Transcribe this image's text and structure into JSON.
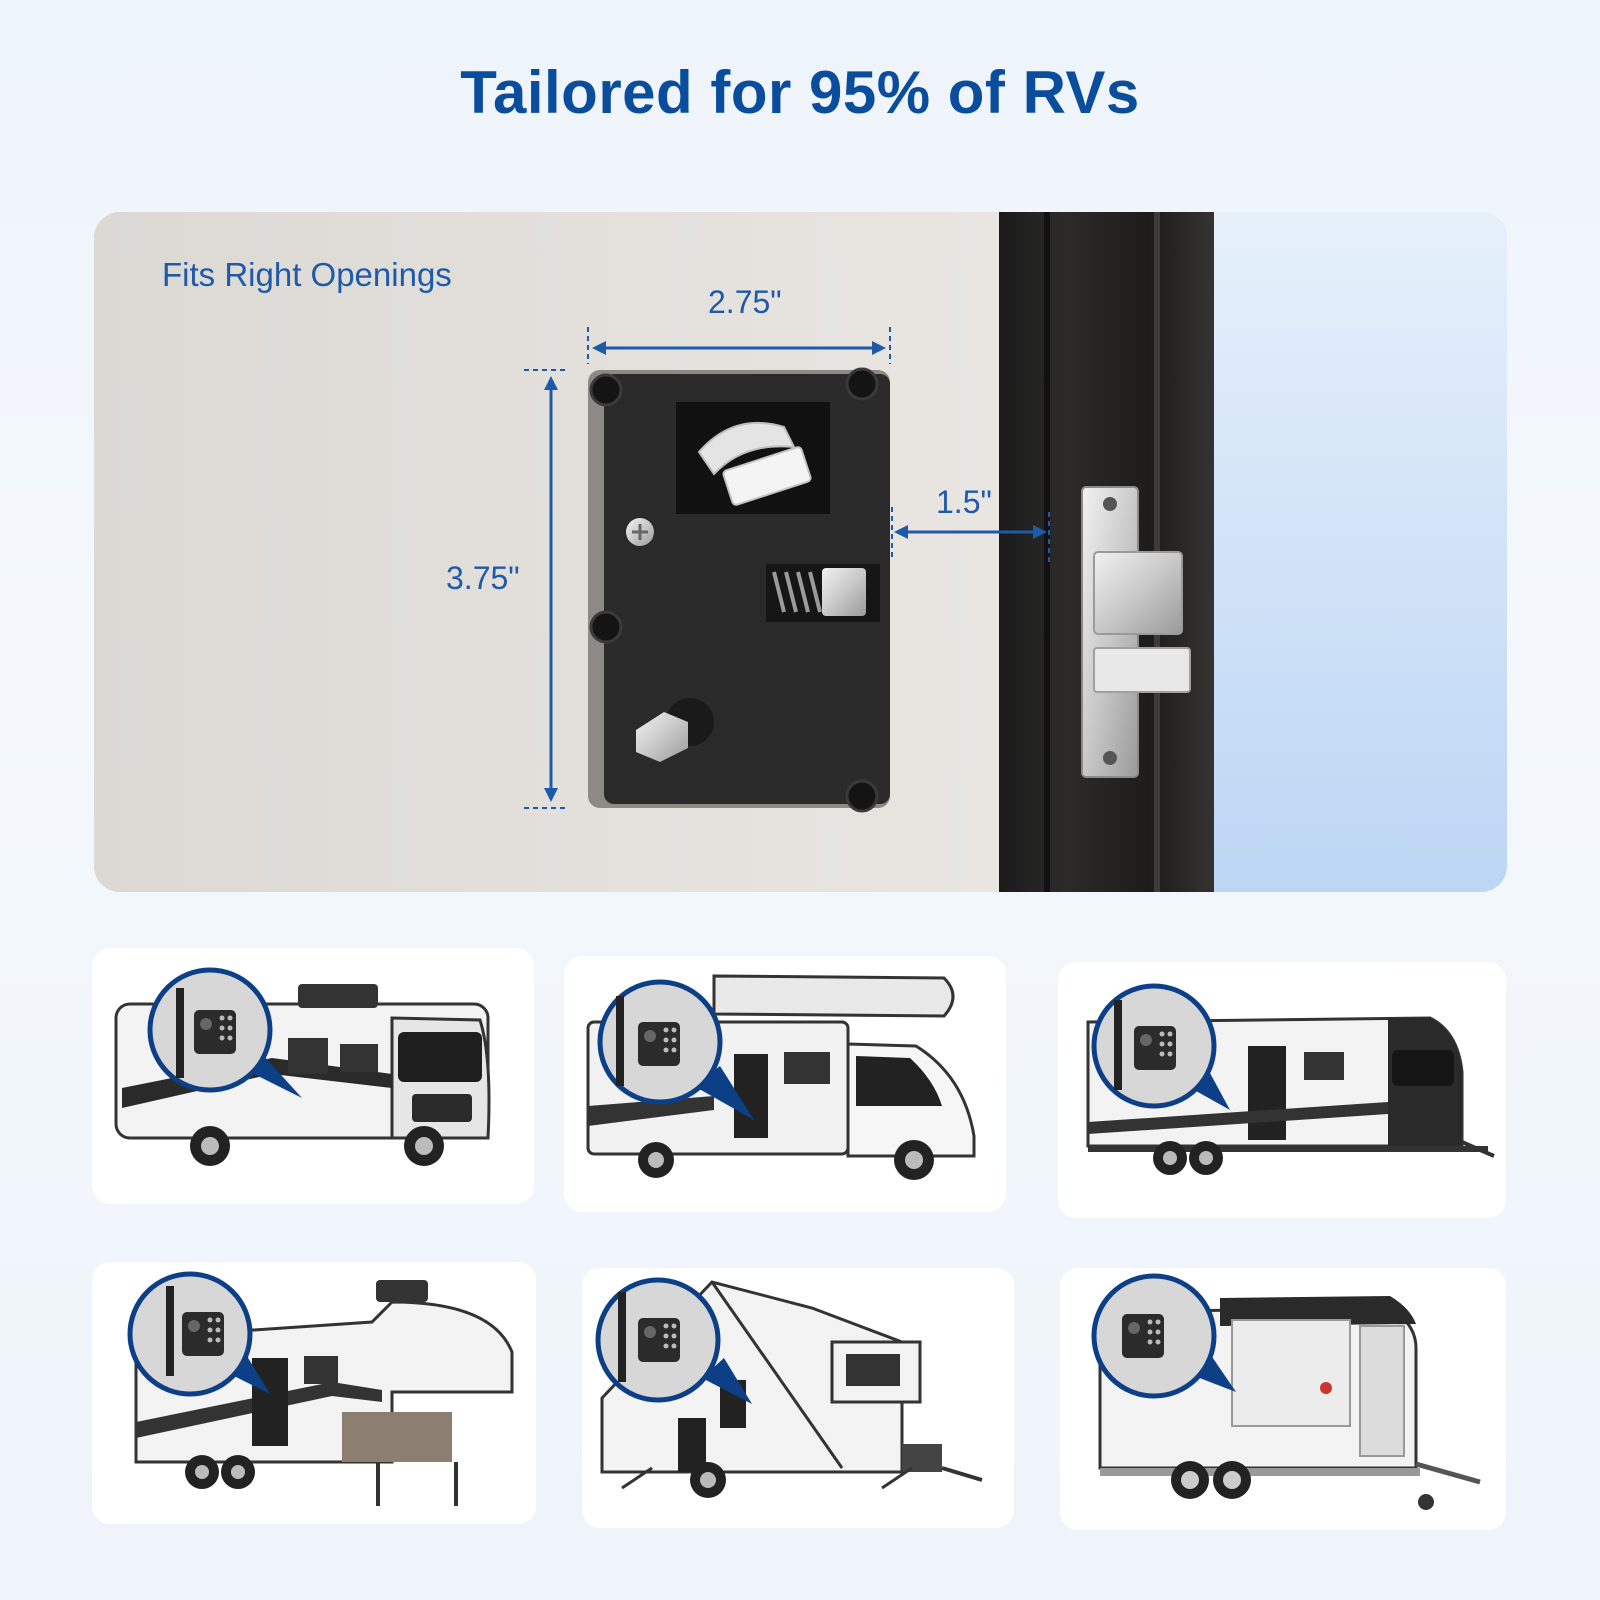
{
  "header": {
    "title": "Tailored for 95% of RVs"
  },
  "hero": {
    "subtitle": "Fits Right Openings",
    "width_label": "2.75\"",
    "height_label": "3.75\"",
    "gap_label": "1.5\""
  },
  "vehicles": [
    {
      "icon": "class-a-motorhome-icon"
    },
    {
      "icon": "class-c-motorhome-icon"
    },
    {
      "icon": "travel-trailer-icon"
    },
    {
      "icon": "fifth-wheel-icon"
    },
    {
      "icon": "a-frame-camper-icon"
    },
    {
      "icon": "cargo-trailer-icon"
    }
  ],
  "colors": {
    "accent": "#0a4d9c",
    "dimension": "#1f5aa8",
    "lock": "#2a2a2a"
  }
}
